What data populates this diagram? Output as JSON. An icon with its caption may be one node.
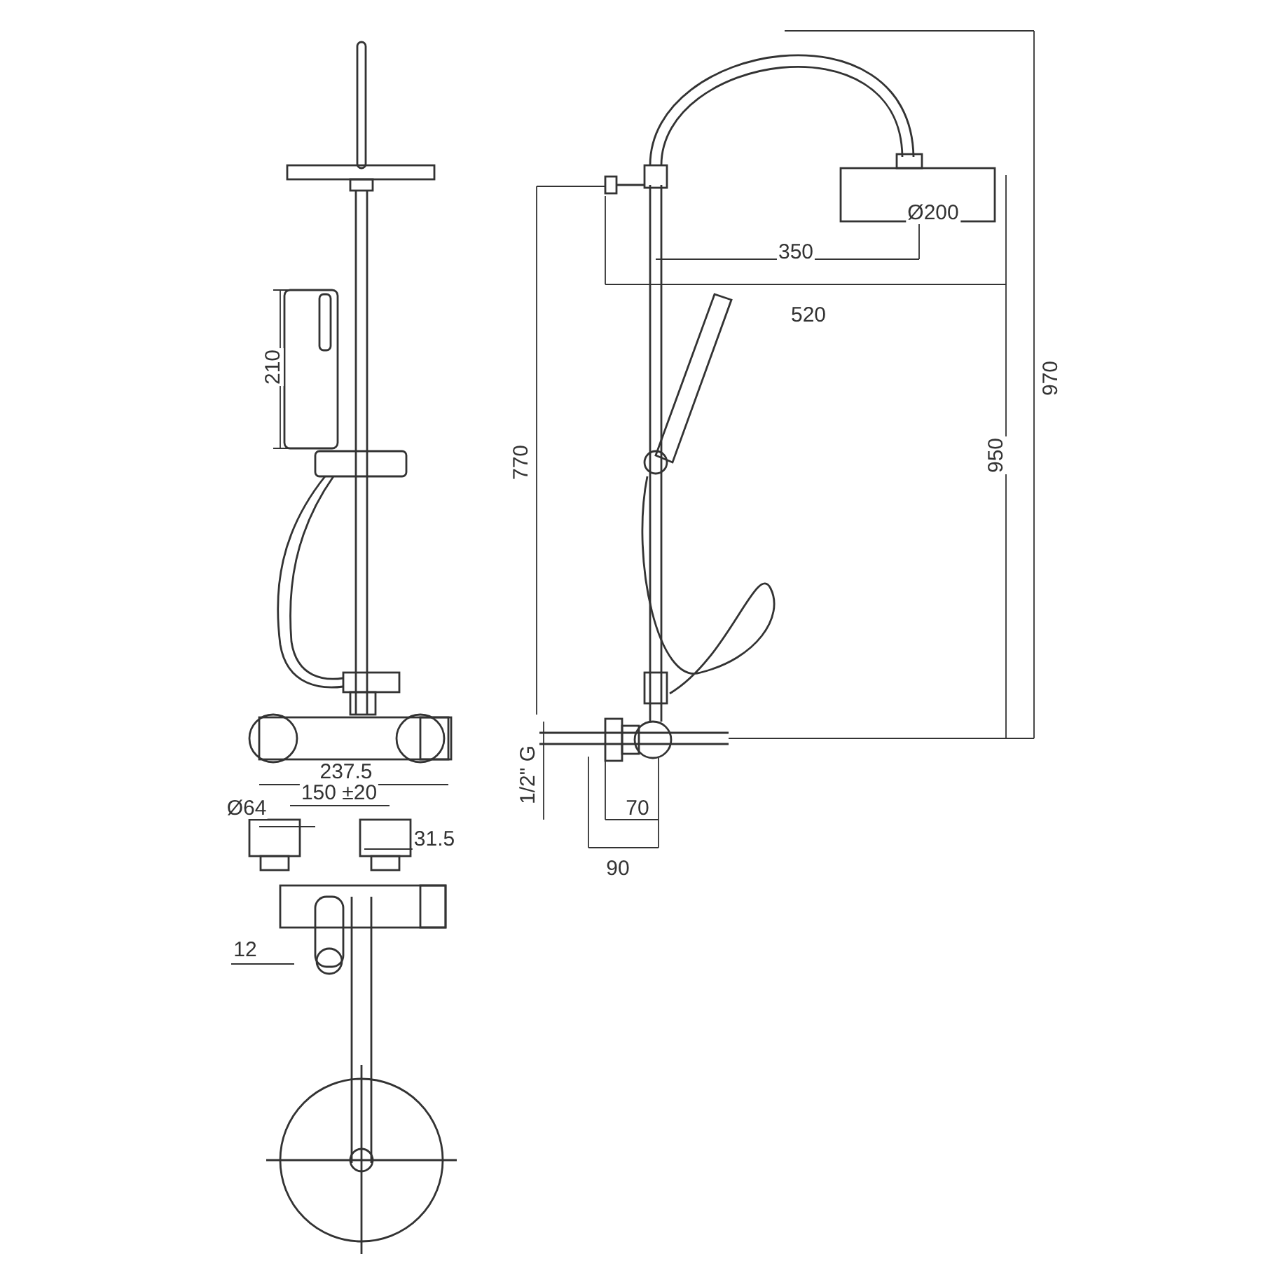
{
  "diagram": {
    "labels": [
      "210",
      "237.5",
      "150 ±20",
      "Ø64",
      "31.5",
      "12",
      "770",
      "350",
      "Ø200",
      "520",
      "950",
      "970",
      "1/2\" G",
      "70",
      "90"
    ]
  }
}
